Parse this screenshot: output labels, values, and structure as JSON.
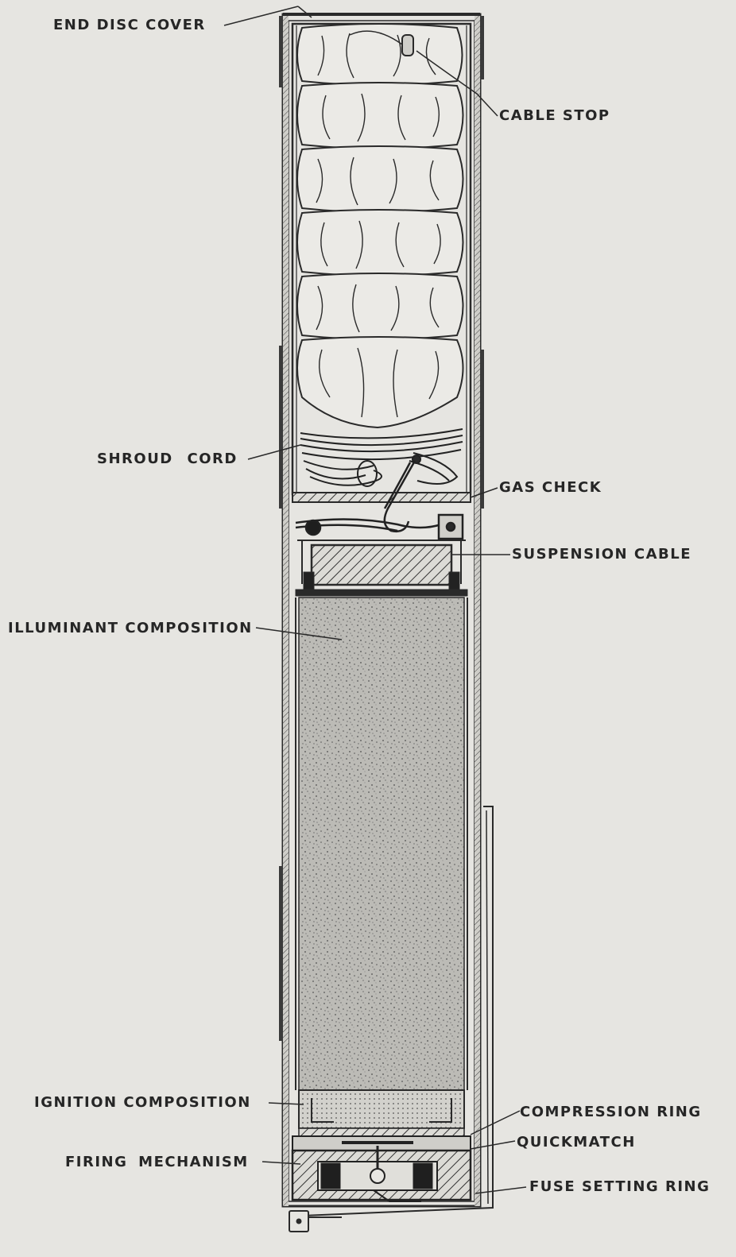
{
  "labels": {
    "end_disc_cover": "END DISC COVER",
    "cable_stop": "CABLE STOP",
    "shroud_cord": "SHROUD CORD",
    "gas_check": "GAS CHECK",
    "suspension_cable": "SUSPENSION CABLE",
    "illuminant_composition": "ILLUMINANT COMPOSITION",
    "ignition_composition": "IGNITION COMPOSITION",
    "compression_ring": "COMPRESSION RING",
    "quickmatch": "QUICKMATCH",
    "firing_mechanism": "FIRING MECHANISM",
    "fuse_setting_ring": "FUSE SETTING RING"
  },
  "colors": {
    "paper": "#e6e5e1",
    "ink": "#262626"
  }
}
